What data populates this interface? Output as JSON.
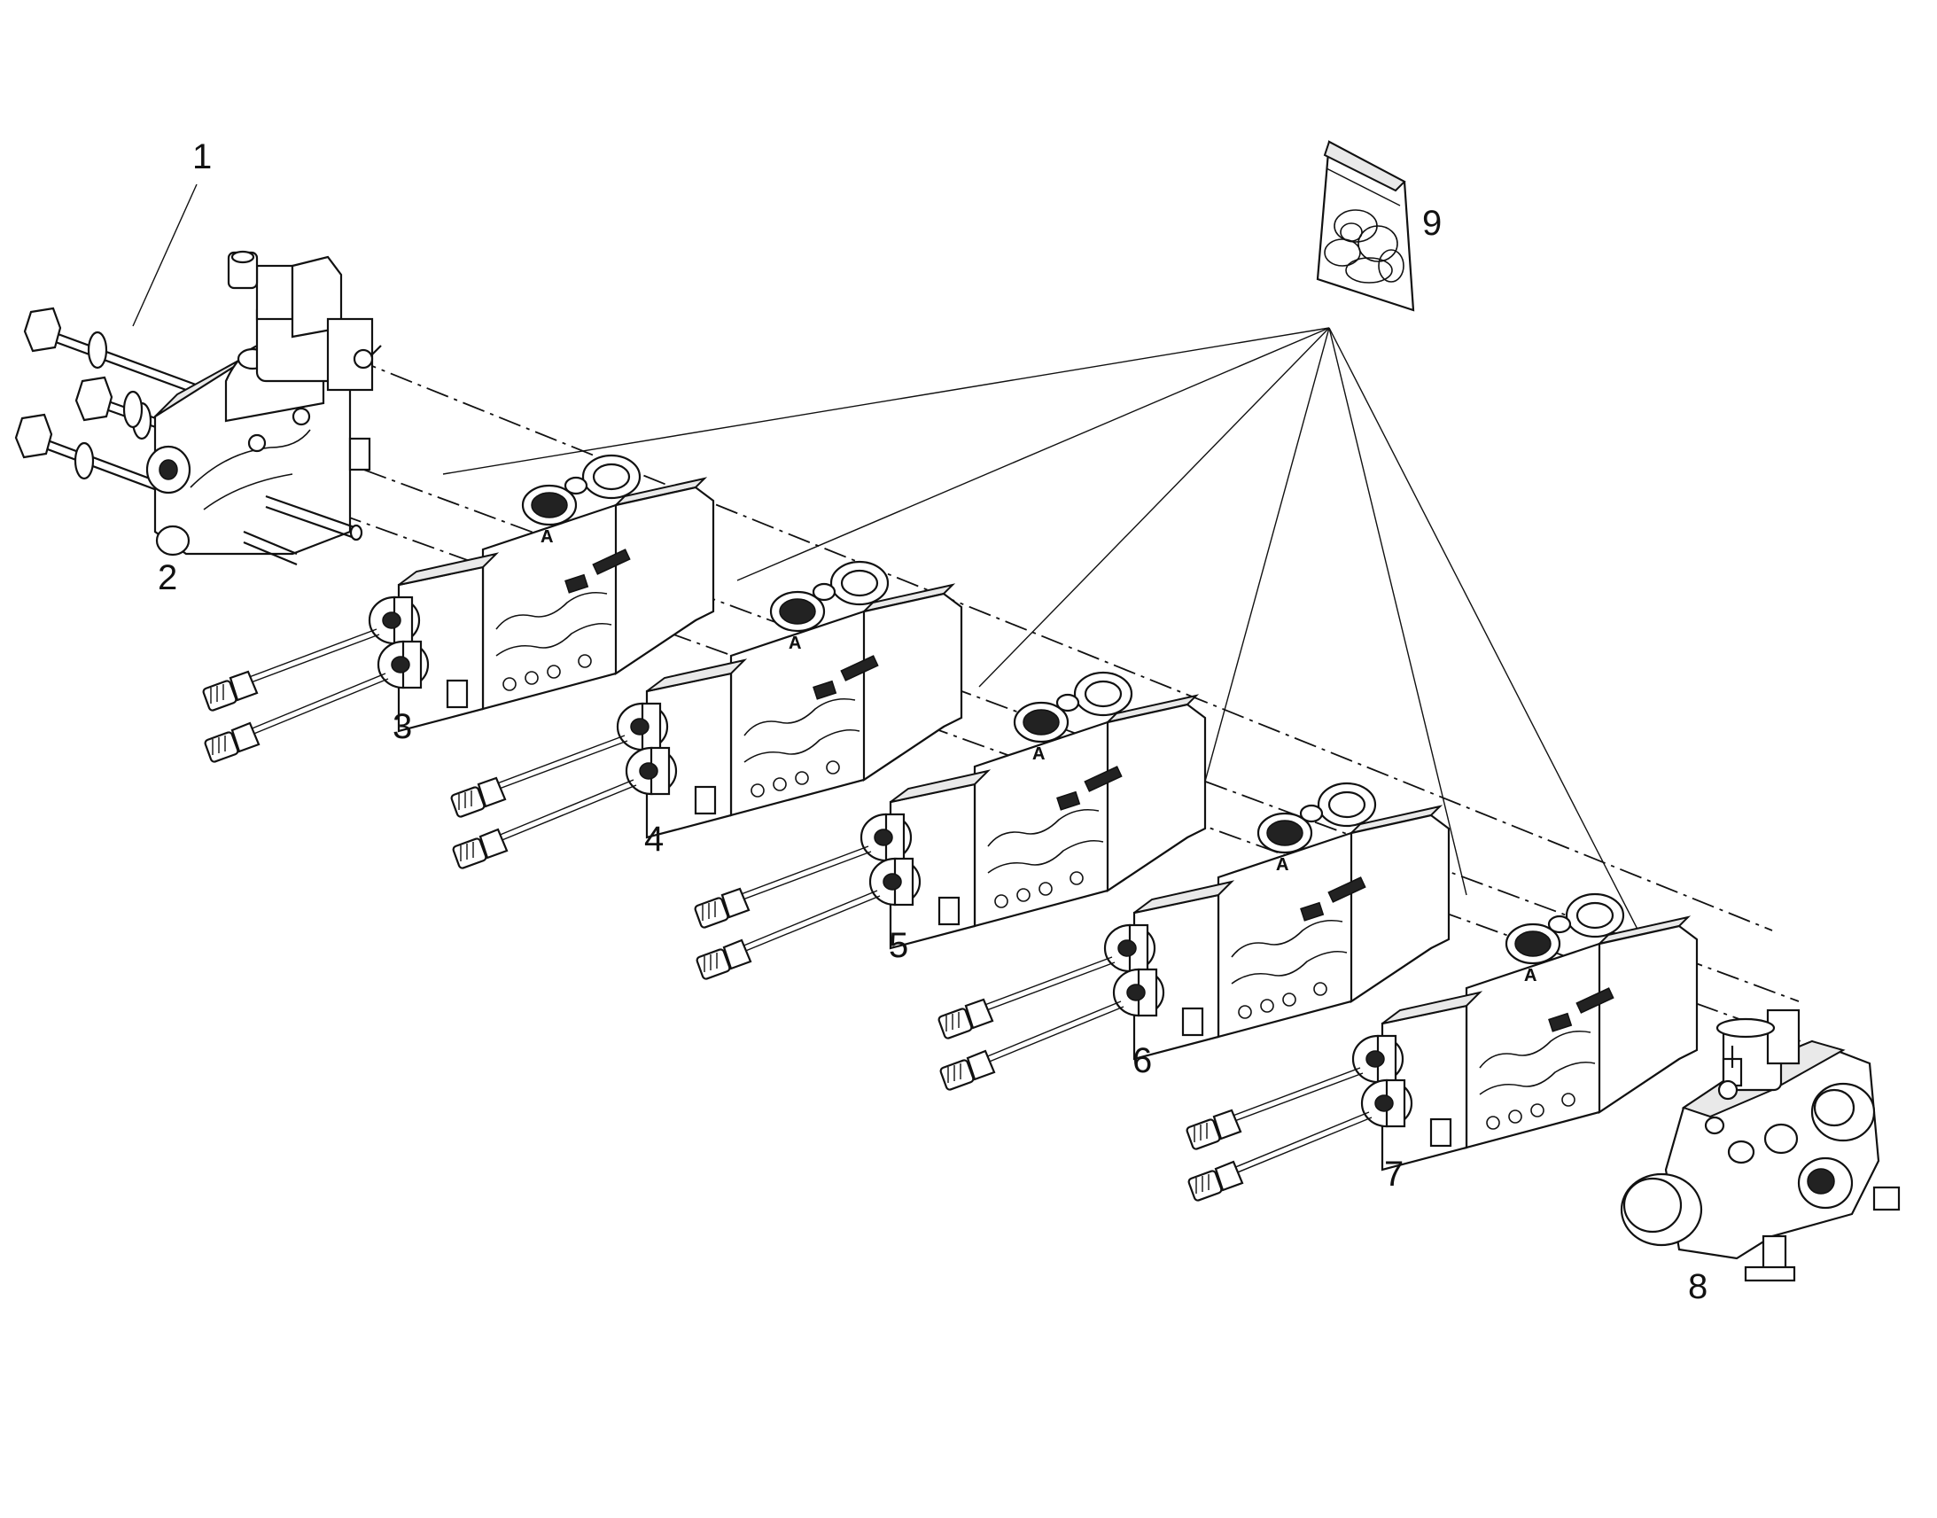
{
  "diagram": {
    "callouts": [
      {
        "id": "c1",
        "text": "1"
      },
      {
        "id": "c2",
        "text": "2"
      },
      {
        "id": "c3",
        "text": "3"
      },
      {
        "id": "c4",
        "text": "4"
      },
      {
        "id": "c5",
        "text": "5"
      },
      {
        "id": "c6",
        "text": "6"
      },
      {
        "id": "c7",
        "text": "7"
      },
      {
        "id": "c8",
        "text": "8"
      },
      {
        "id": "c9",
        "text": "9"
      }
    ],
    "port_label": "A"
  }
}
